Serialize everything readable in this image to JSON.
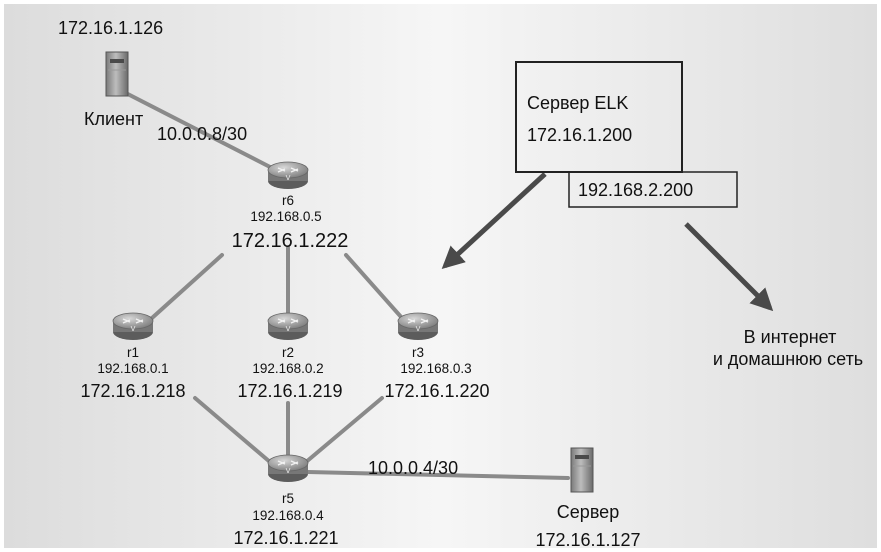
{
  "colors": {
    "background": "#ebebeb",
    "link": "#8a8a8a",
    "arrow": "#4a4a4a",
    "box_border": "#222222"
  },
  "hosts": {
    "client": {
      "icon": "server-icon",
      "ip": "172.16.1.126",
      "label": "Клиент"
    },
    "server": {
      "icon": "server-icon",
      "ip": "172.16.1.127",
      "label": "Сервер"
    }
  },
  "routers": {
    "r6": {
      "icon": "router-icon",
      "name": "r6",
      "ip_internal": "192.168.0.5",
      "ip_mgmt": "172.16.1.222"
    },
    "r1": {
      "icon": "router-icon",
      "name": "r1",
      "ip_internal": "192.168.0.1",
      "ip_mgmt": "172.16.1.218"
    },
    "r2": {
      "icon": "router-icon",
      "name": "r2",
      "ip_internal": "192.168.0.2",
      "ip_mgmt": "172.16.1.219"
    },
    "r3": {
      "icon": "router-icon",
      "name": "r3",
      "ip_internal": "192.168.0.3",
      "ip_mgmt": "172.16.1.220"
    },
    "r5": {
      "icon": "router-icon",
      "name": "r5",
      "ip_internal": "192.168.0.4",
      "ip_mgmt": "172.16.1.221"
    }
  },
  "subnets": {
    "client_link": "10.0.0.8/30",
    "server_link": "10.0.0.4/30"
  },
  "elk": {
    "title": "Сервер ELK",
    "ip": "172.16.1.200",
    "external_ip": "192.168.2.200"
  },
  "internet": {
    "line1": "В интернет",
    "line2": "и домашнюю сеть"
  }
}
